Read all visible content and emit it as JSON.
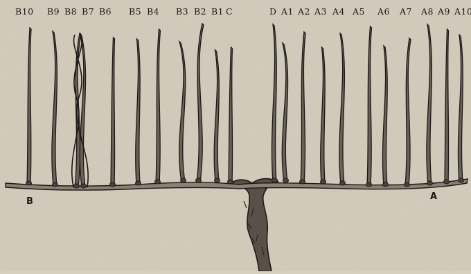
{
  "figure": {
    "cane_labels_left": [
      "B10",
      "B9",
      "B8",
      "B7",
      "B6",
      "B5",
      "B4",
      "B3",
      "B2",
      "B1",
      "C"
    ],
    "cane_labels_right": [
      "D",
      "A1",
      "A2",
      "A3",
      "A4",
      "A5",
      "A6",
      "A7",
      "A8",
      "A9",
      "A10"
    ],
    "arm_end_left": "B",
    "arm_end_right": "A",
    "colors": {
      "background": "#d7d0c0",
      "ink": "#1c1916"
    }
  }
}
